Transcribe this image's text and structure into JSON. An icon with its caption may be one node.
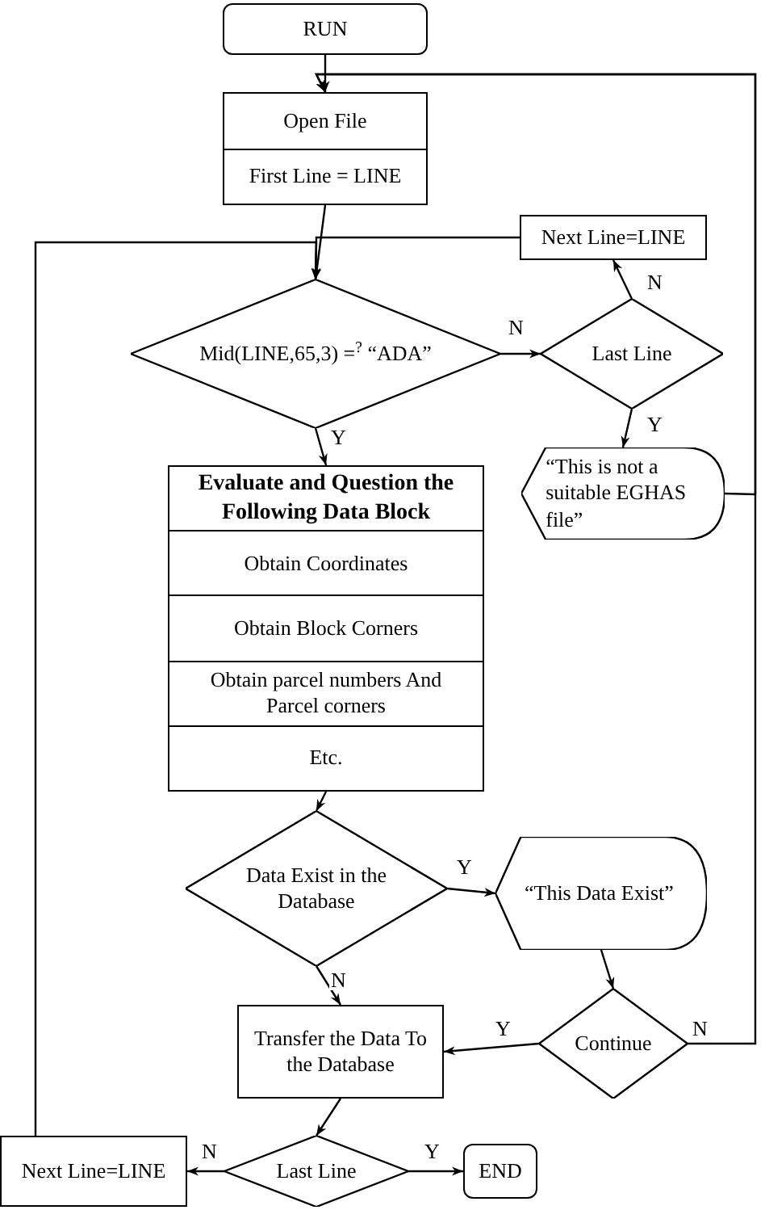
{
  "diagram": {
    "nodes": [
      {
        "text": [
          "RUN"
        ]
      },
      {
        "text": [
          "Open File",
          "First Line = LINE"
        ]
      },
      {
        "text": [
          "Next Line=LINE"
        ]
      },
      {
        "text": [
          "Mid(LINE,65,3) =$^{?}$ “ADA”"
        ]
      },
      {
        "text": [
          "Last Line"
        ]
      },
      {
        "text": [
          "“This is not a suitable EGHAS file”"
        ]
      },
      {
        "text": [
          "Evaluate and Question the Following Data Block",
          "Obtain Coordinates",
          "Obtain Block Corners",
          "Obtain parcel numbers And Parcel corners",
          "Etc."
        ]
      },
      {
        "text": [
          "Data Exist in the Database"
        ]
      },
      {
        "text": [
          "“This Data Exist”"
        ]
      },
      {
        "text": [
          "Continue"
        ]
      },
      {
        "text": [
          "Transfer the Data To the Database"
        ]
      },
      {
        "text": [
          "Last Line"
        ]
      },
      {
        "text": [
          "Next Line=LINE"
        ]
      },
      {
        "text": [
          "END"
        ]
      }
    ],
    "edges": [
      {
        "from": 0,
        "to": 1,
        "arrow": "to"
      },
      {
        "from": 1,
        "to": 3,
        "arrow": "to"
      },
      {
        "from": 2,
        "to": 3,
        "arrow": "to"
      },
      {
        "from": 12,
        "to": 3,
        "arrow": "to"
      },
      {
        "from": 5,
        "to": 1,
        "arrow": "to"
      },
      {
        "from": 9,
        "to": 1,
        "arrow": "to",
        "label": "N"
      },
      {
        "from": 3,
        "to": 4,
        "arrow": "to",
        "label": "N"
      },
      {
        "from": 4,
        "to": 2,
        "arrow": "to",
        "label": "N"
      },
      {
        "from": 4,
        "to": 5,
        "arrow": "to",
        "label": "Y"
      },
      {
        "from": 3,
        "to": 6,
        "arrow": "to",
        "label": "Y"
      },
      {
        "from": 6,
        "to": 7,
        "arrow": "to"
      },
      {
        "from": 7,
        "to": 8,
        "arrow": "to",
        "label": "Y"
      },
      {
        "from": 7,
        "to": 10,
        "arrow": "to",
        "label": "N"
      },
      {
        "from": 8,
        "to": 9,
        "arrow": "to"
      },
      {
        "from": 9,
        "to": 10,
        "arrow": "to",
        "label": "Y"
      },
      {
        "from": 10,
        "to": 11,
        "arrow": "to"
      },
      {
        "from": 11,
        "to": 12,
        "arrow": "to",
        "label": "N"
      },
      {
        "from": 11,
        "to": 13,
        "arrow": "to",
        "label": "Y"
      }
    ]
  }
}
